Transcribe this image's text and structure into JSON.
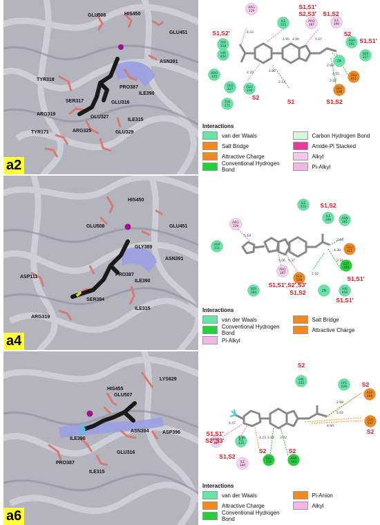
{
  "panels": [
    {
      "tag": "a2",
      "residues": [
        "GLU508",
        "HIS450",
        "GLU451",
        "ASN391",
        "TYR318",
        "PRO387",
        "ILE390",
        "SER317",
        "GLU316",
        "ARG319",
        "GLU327",
        "ILE315",
        "TYR171",
        "ARG325",
        "GLU329"
      ],
      "diagram": {
        "residues": [
          {
            "name": "ARG 319"
          },
          {
            "name": "ILE 315"
          },
          {
            "name": "PRO 387"
          },
          {
            "name": "ILE 390"
          },
          {
            "name": "TYR 318"
          },
          {
            "name": "ASN 391"
          },
          {
            "name": "HIS 450"
          },
          {
            "name": "SER 317"
          },
          {
            "name": "ZN"
          },
          {
            "name": "ARG 325"
          },
          {
            "name": "GLU 451"
          },
          {
            "name": "GLU 327"
          },
          {
            "name": "GLU 316"
          },
          {
            "name": "GLU 508"
          },
          {
            "name": "TYR 171"
          }
        ],
        "distances": [
          "4.43",
          "4.95",
          "4.94",
          "5.27",
          "2.35",
          "2.85",
          "2.12",
          "2.88",
          "4.55",
          "2.02"
        ],
        "site_labels": [
          "S1,S1'",
          "S2,S3'",
          "S1,S2",
          "S1,S2'",
          "S2",
          "S1,S1'",
          "S2",
          "S1",
          "S1,S2"
        ]
      },
      "legend": {
        "title": "Interactions",
        "items": [
          {
            "label": "van der Waals",
            "color": "#66e3a6"
          },
          {
            "label": "Carbon Hydrogen Bond",
            "color": "#d9f5dc"
          },
          {
            "label": "Salt Bridge",
            "color": "#f08a1f"
          },
          {
            "label": "Amide-Pi Stacked",
            "color": "#e83c9d"
          },
          {
            "label": "Attractive Charge",
            "color": "#f08a1f"
          },
          {
            "label": "Alkyl",
            "color": "#f7c8ee"
          },
          {
            "label": "Conventional Hydrogen Bond",
            "color": "#22d03a"
          },
          {
            "label": "Pi-Alkyl",
            "color": "#f0b8e8"
          }
        ]
      }
    },
    {
      "tag": "a4",
      "residues": [
        "HIS450",
        "GLU508",
        "GLU451",
        "GLY389",
        "ASN391",
        "PRO387",
        "ASP111",
        "ILE390",
        "SER384",
        "ARG319",
        "ILE315"
      ],
      "diagram": {
        "residues": [
          {
            "name": "ILE 315"
          },
          {
            "name": "ARG 319"
          },
          {
            "name": "ILE 390"
          },
          {
            "name": "ASN 391"
          },
          {
            "name": "ASP 111"
          },
          {
            "name": "GLU 451"
          },
          {
            "name": "PRO 387"
          },
          {
            "name": "GLU 508"
          },
          {
            "name": "GLY 389"
          },
          {
            "name": "SER 384"
          },
          {
            "name": "ZN"
          },
          {
            "name": "HIS 450"
          }
        ],
        "distances": [
          "5.18",
          "5.06",
          "5.37",
          "2.64",
          "4.38",
          "2.31",
          "2.10"
        ],
        "site_labels": [
          "S1,S2",
          "S1,S1',S2',S3'",
          "S1,S2",
          "S1,S1'",
          "S1,S1'"
        ]
      },
      "legend": {
        "title": "Interactions",
        "items": [
          {
            "label": "van der Waals",
            "color": "#66e3a6"
          },
          {
            "label": "Salt Bridge",
            "color": "#f08a1f"
          },
          {
            "label": "Conventional Hydrogen Bond",
            "color": "#22d03a"
          },
          {
            "label": "Attractive Charge",
            "color": "#f08a1f"
          },
          {
            "label": "Pi-Alkyl",
            "color": "#f0b8e8"
          }
        ]
      }
    },
    {
      "tag": "a6",
      "residues": [
        "LYS629",
        "HIS455",
        "GLU507",
        "ILE390",
        "ASN394",
        "ASP396",
        "PRO387",
        "GLU316",
        "ILE315"
      ],
      "diagram": {
        "residues": [
          {
            "name": "HIS 455"
          },
          {
            "name": "LYS 629"
          },
          {
            "name": "ASP 396"
          },
          {
            "name": "GLU 507"
          },
          {
            "name": "PRO 387"
          },
          {
            "name": "ILE 315"
          },
          {
            "name": "GLU 316"
          },
          {
            "name": "ASN 394"
          },
          {
            "name": "ILE 390"
          }
        ],
        "distances": [
          "2.98",
          "5.02",
          "4.99",
          "4.47",
          "4.86",
          "4.23",
          "2.84",
          "3.02"
        ],
        "site_labels": [
          "S2",
          "S2",
          "S2",
          "S1,S1'",
          "S2',S3'",
          "S2",
          "S2",
          "S1,S2"
        ]
      },
      "legend": {
        "title": "Interactions",
        "items": [
          {
            "label": "van der Waals",
            "color": "#66e3a6"
          },
          {
            "label": "Pi-Anion",
            "color": "#f08a1f"
          },
          {
            "label": "Attractive Charge",
            "color": "#f08a1f"
          },
          {
            "label": "Alkyl",
            "color": "#f0b8e8"
          },
          {
            "label": "Conventional Hydrogen Bond",
            "color": "#22d03a"
          }
        ]
      }
    }
  ]
}
